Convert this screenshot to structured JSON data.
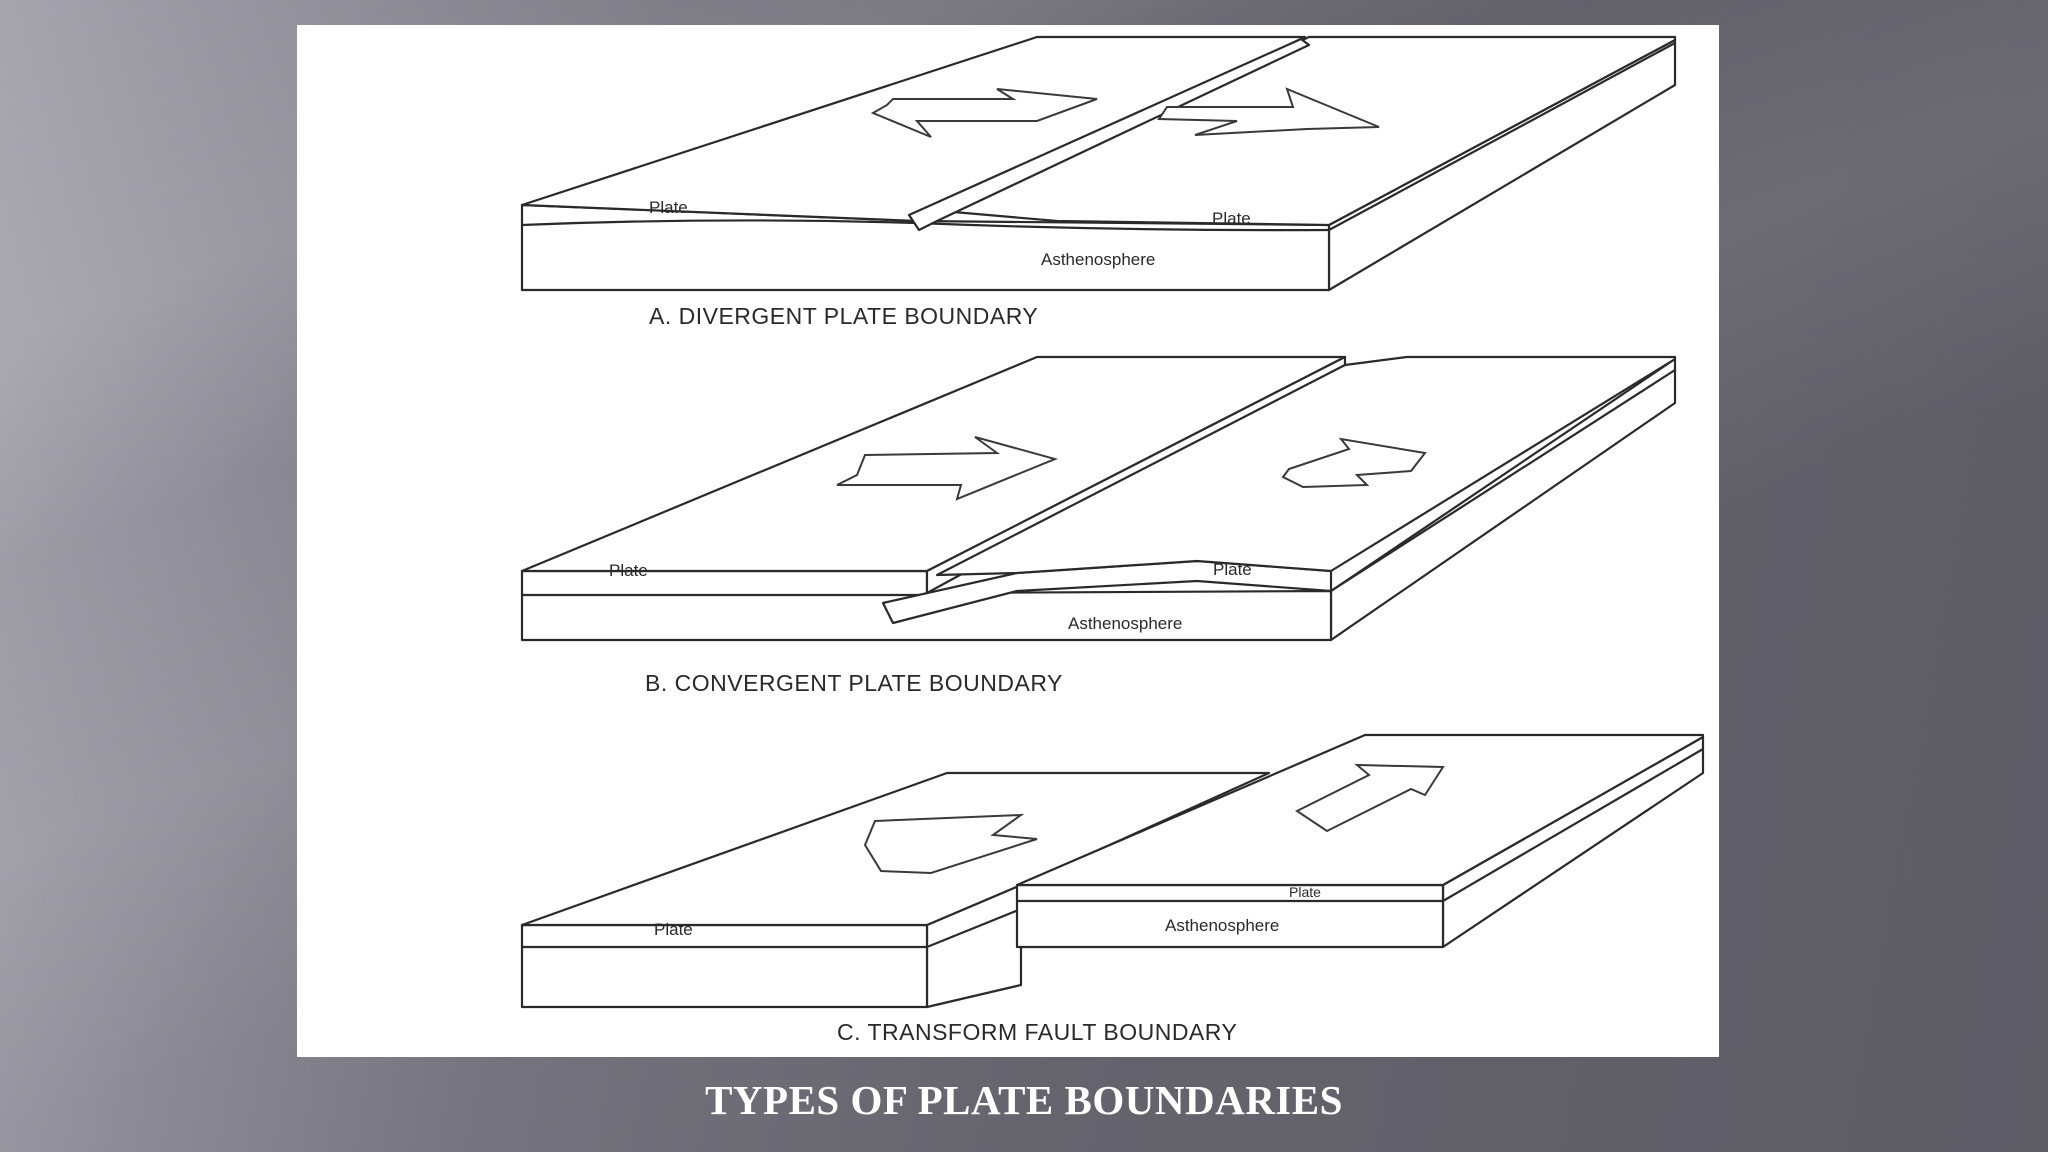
{
  "slide": {
    "title": "TYPES OF PLATE BOUNDARIES"
  },
  "diagram": {
    "panel_a": {
      "caption": "A.   DIVERGENT PLATE BOUNDARY",
      "left_plate_label": "Plate",
      "right_plate_label": "Plate",
      "asthenosphere_label": "Asthenosphere"
    },
    "panel_b": {
      "caption": "B.  CONVERGENT PLATE BOUNDARY",
      "left_plate_label": "Plate",
      "right_plate_label": "Plate",
      "asthenosphere_label": "Asthenosphere"
    },
    "panel_c": {
      "caption": "C.   TRANSFORM FAULT BOUNDARY",
      "left_plate_label": "Plate",
      "right_plate_label": "Plate",
      "asthenosphere_label": "Asthenosphere"
    }
  },
  "colors": {
    "background_dark": "#5e5c65",
    "background_light": "#a6a4ad",
    "panel": "#ffffff",
    "line": "#2a2a2a",
    "title_text": "#ffffff"
  }
}
